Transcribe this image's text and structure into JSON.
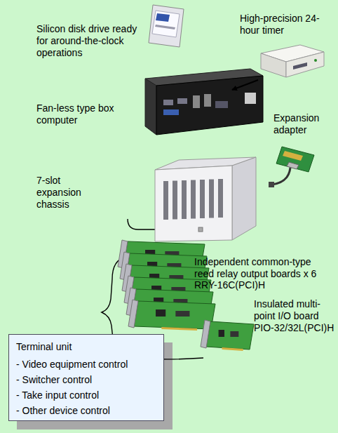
{
  "diagram": {
    "nodes": [
      {
        "text": [
          "Silicon disk drive ready for around-the-clock operations"
        ]
      },
      {
        "text": [
          "High-precision 24-hour timer"
        ]
      },
      {
        "text": [
          "Fan-less type box computer"
        ]
      },
      {
        "text": [
          "Expansion adapter"
        ]
      },
      {
        "text": [
          "7-slot expansion chassis"
        ]
      },
      {
        "text": [
          "Independent common-type reed relay output boards x 6",
          "RRY-16C(PCI)H"
        ]
      },
      {
        "text": [
          "Insulated multi-point I/O board",
          "PIO-32/32L(PCI)H"
        ]
      },
      {
        "text": [
          "Terminal unit",
          "- Video equipment control",
          "- Switcher control",
          "- Take input control",
          "- Other device control"
        ]
      }
    ],
    "edges": [
      {
        "from": 1,
        "to": 2,
        "arrow": "to"
      }
    ]
  }
}
